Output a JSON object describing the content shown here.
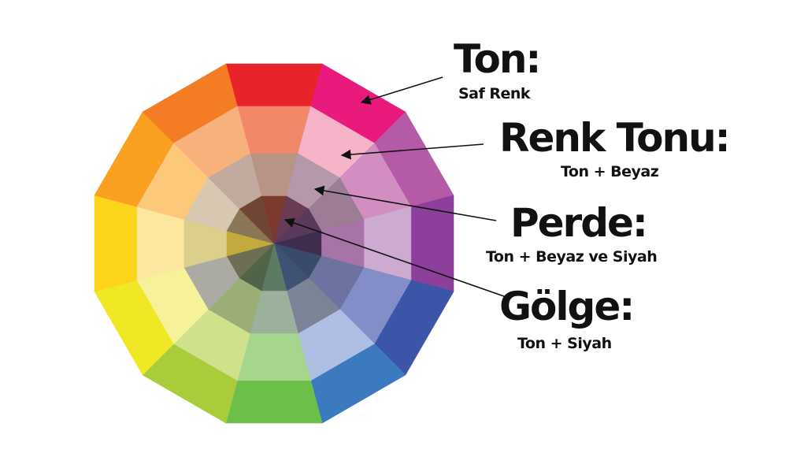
{
  "labels": [
    {
      "id": "ton",
      "title": "Ton:",
      "subtitle": "Saf Renk"
    },
    {
      "id": "renk-tonu",
      "title": "Renk Tonu:",
      "subtitle": "Ton + Beyaz"
    },
    {
      "id": "perde",
      "title": "Perde:",
      "subtitle": "Ton + Beyaz ve Siyah"
    },
    {
      "id": "golge",
      "title": "Gölge:",
      "subtitle": "Ton + Siyah"
    }
  ],
  "wheel": {
    "segments": 12,
    "rings": [
      {
        "name": "pure",
        "colors": [
          "#e8242a",
          "#e91a7c",
          "#b45aa7",
          "#8d3f9c",
          "#3b55a8",
          "#3c7ac0",
          "#6cc04a",
          "#a8cc3a",
          "#f0e824",
          "#fcd41c",
          "#f9a020",
          "#f47c24"
        ]
      },
      {
        "name": "tint",
        "colors": [
          "#f3876a",
          "#f7b3c8",
          "#d38ec1",
          "#cdaad0",
          "#838dc8",
          "#afbfe3",
          "#a6d58e",
          "#cfe28b",
          "#f7f29a",
          "#fde79f",
          "#fdc87a",
          "#f9b17c"
        ]
      },
      {
        "name": "tone",
        "colors": [
          "#b79486",
          "#b698ab",
          "#9c7d95",
          "#a874a8",
          "#6d73a0",
          "#7b8397",
          "#9cb19c",
          "#9aae75",
          "#ababa4",
          "#dccf8c",
          "#d8c8b2",
          "#c2ab9e"
        ]
      },
      {
        "name": "shade",
        "colors": [
          "#7b3a2c",
          "#6b3a55",
          "#5a3a5c",
          "#3f2d4d",
          "#3a4a6a",
          "#3f5274",
          "#5d7a62",
          "#4f6449",
          "#6e6e55",
          "#c2ab3c",
          "#8b7656",
          "#704535"
        ]
      }
    ]
  }
}
